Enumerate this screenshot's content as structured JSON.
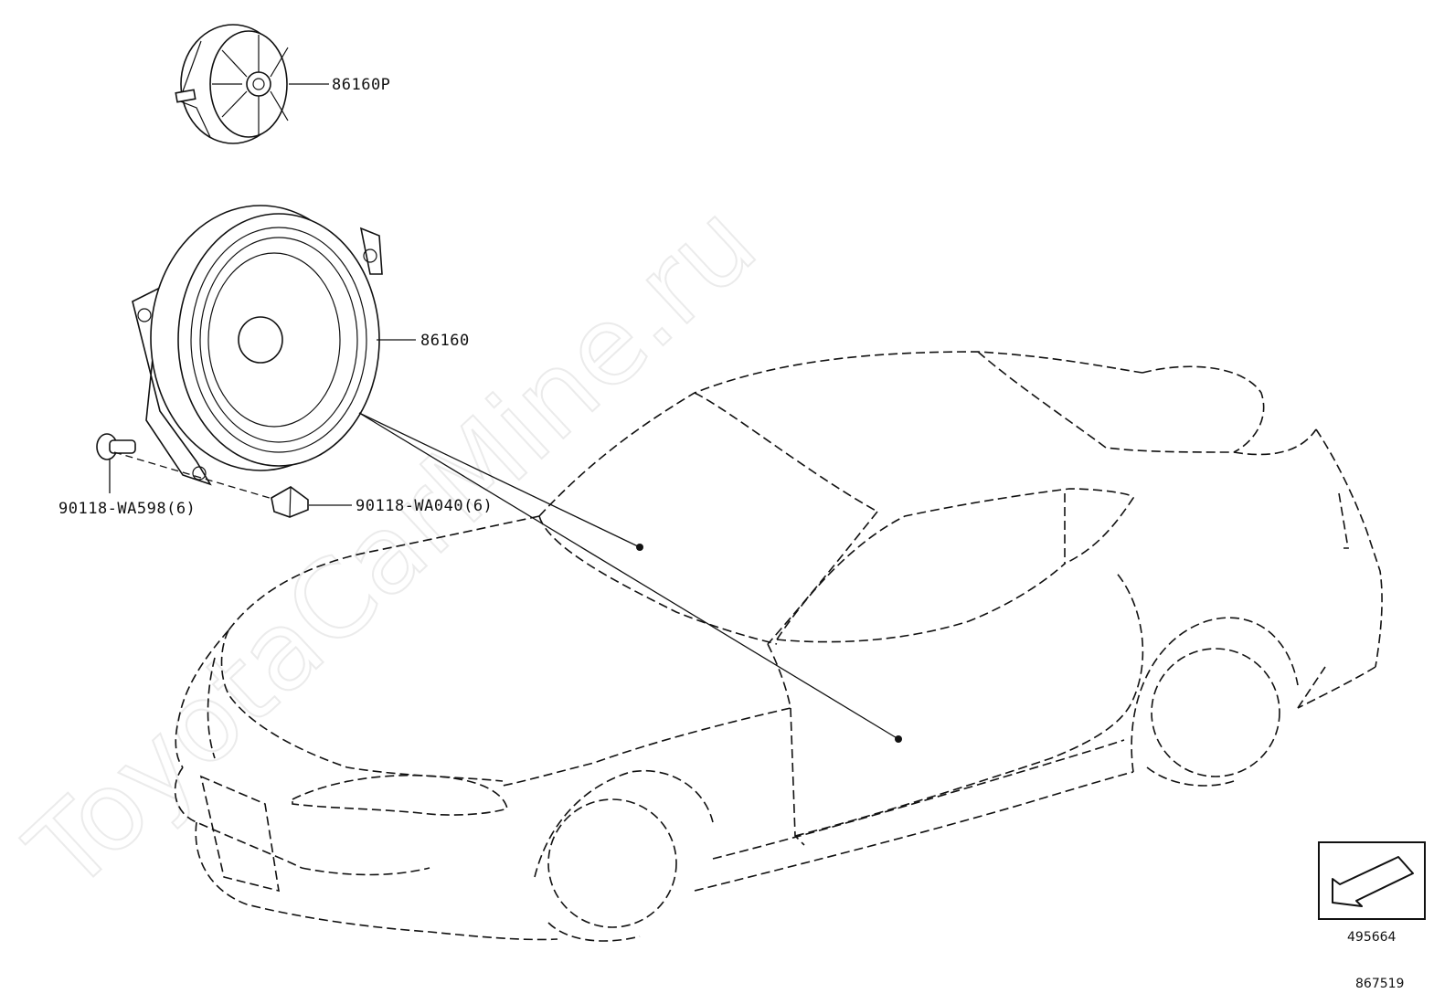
{
  "watermark": "ToyotaCarMine.ru",
  "parts": [
    {
      "part_number": "86160P"
    },
    {
      "part_number": "86160"
    },
    {
      "part_number": "90118-WA598(6)"
    },
    {
      "part_number": "90118-WA040(6)"
    }
  ],
  "reference_numbers": [
    "495664",
    "867519"
  ],
  "icons": [
    "tweeter-speaker-icon",
    "door-speaker-icon",
    "screw-icon",
    "clip-nut-icon",
    "car-outline-icon",
    "front-direction-arrow-icon"
  ]
}
